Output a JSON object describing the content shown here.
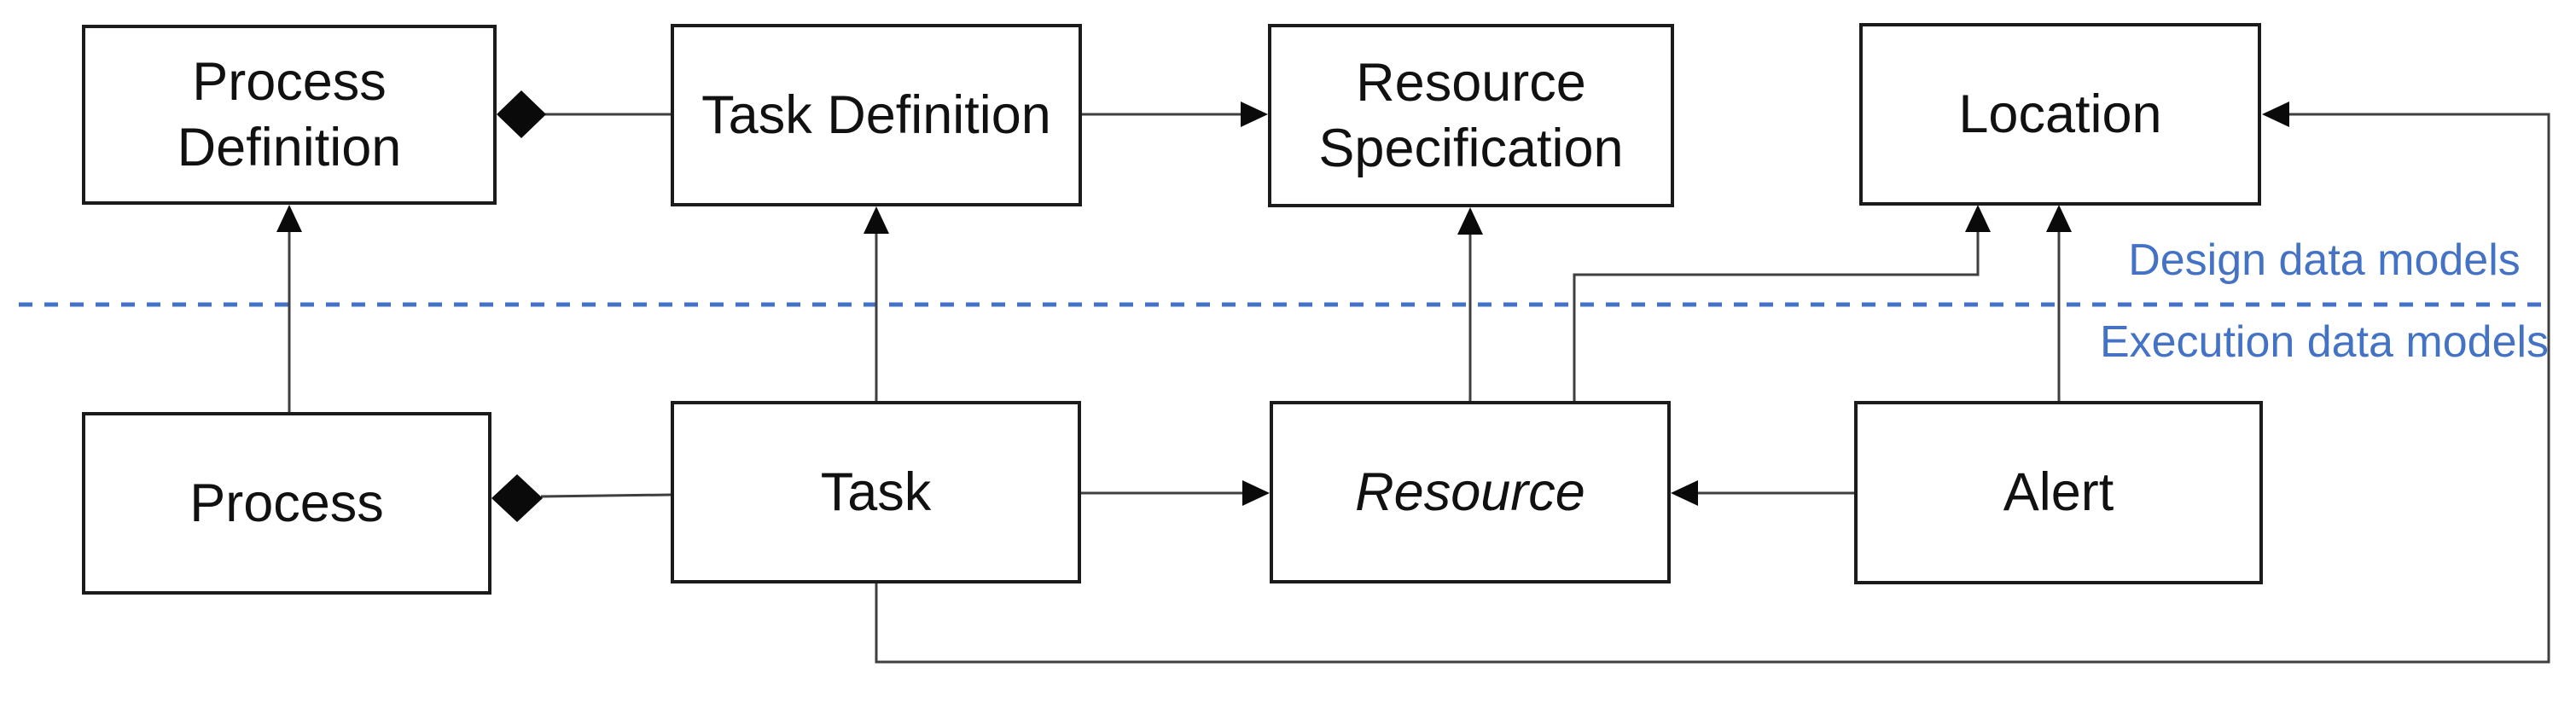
{
  "diagram": {
    "zones": {
      "design_label": "Design data models",
      "execution_label": "Execution data models",
      "divider_style": "dashed",
      "divider_color": "#4472C4"
    },
    "nodes": {
      "process_definition": {
        "label": "Process\nDefinition"
      },
      "task_definition": {
        "label": "Task Definition"
      },
      "resource_specification": {
        "label": "Resource\nSpecification"
      },
      "location": {
        "label": "Location"
      },
      "process": {
        "label": "Process"
      },
      "task": {
        "label": "Task"
      },
      "resource": {
        "label": "Resource",
        "style": "italic"
      },
      "alert": {
        "label": "Alert"
      }
    },
    "edges": [
      {
        "from": "Task Definition",
        "to": "Process Definition",
        "type": "aggregation",
        "marker": "filled-diamond-at-process-definition"
      },
      {
        "from": "Task Definition",
        "to": "Resource Specification",
        "type": "association",
        "marker": "arrow"
      },
      {
        "from": "Process",
        "to": "Process Definition",
        "type": "association",
        "marker": "arrow"
      },
      {
        "from": "Task",
        "to": "Task Definition",
        "type": "association",
        "marker": "arrow"
      },
      {
        "from": "Task",
        "to": "Process",
        "type": "aggregation",
        "marker": "filled-diamond-at-process"
      },
      {
        "from": "Task",
        "to": "Resource",
        "type": "association",
        "marker": "arrow"
      },
      {
        "from": "Resource",
        "to": "Resource Specification",
        "type": "association",
        "marker": "arrow"
      },
      {
        "from": "Resource",
        "to": "Location",
        "type": "association",
        "marker": "arrow"
      },
      {
        "from": "Alert",
        "to": "Resource",
        "type": "association",
        "marker": "arrow"
      },
      {
        "from": "Alert",
        "to": "Location",
        "type": "association",
        "marker": "arrow"
      },
      {
        "from": "Task",
        "to": "Location",
        "type": "association",
        "marker": "arrow",
        "route": "around-bottom-right"
      }
    ],
    "colors": {
      "box_border": "#1b1b1b",
      "connector": "#3f3f3f",
      "marker_fill": "#0a0a0a",
      "label_text": "#111111",
      "annotation_blue": "#4472C4"
    }
  }
}
